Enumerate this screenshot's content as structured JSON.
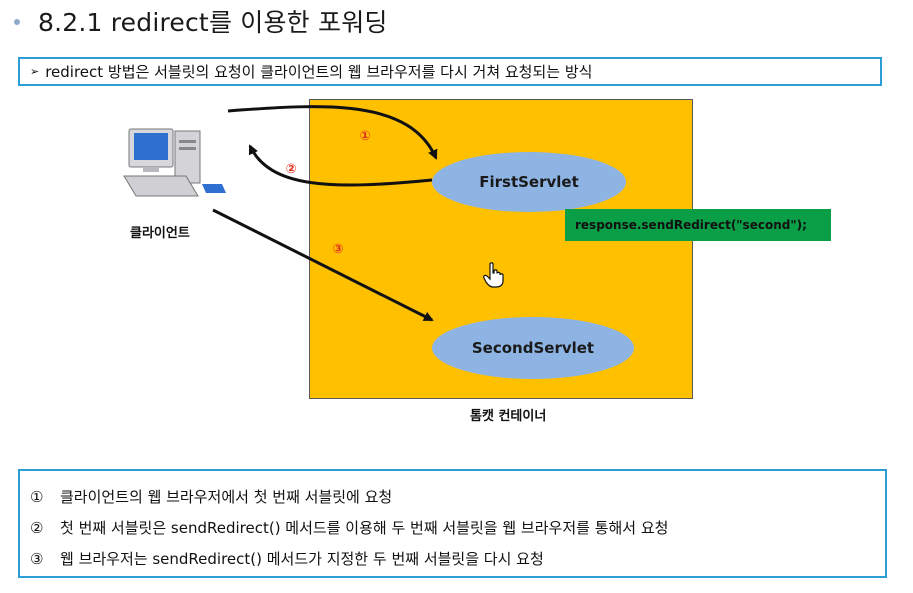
{
  "title": "8.2.1 redirect를 이용한 포워딩",
  "summary": {
    "marker": "➢",
    "text": "redirect 방법은 서블릿의 요청이 클라이언트의 웹 브라우저를 다시 거쳐 요청되는 방식"
  },
  "diagram": {
    "client_label": "클라이언트",
    "container_label": "톰캣 컨테이너",
    "first_servlet": "FirstServlet",
    "second_servlet": "SecondServlet",
    "code": "response.sendRedirect(\"second\");",
    "step_markers": [
      "①",
      "②",
      "③"
    ],
    "colors": {
      "container": "#ffc000",
      "servlet": "#8eb4e3",
      "code_box": "#0a9e47",
      "step_number": "#e0301e",
      "border": "#2a9fd6"
    },
    "icons": [
      "computer-icon",
      "hand-cursor-icon"
    ]
  },
  "steps": [
    {
      "marker": "①",
      "text": "클라이언트의 웹 브라우저에서 첫 번째 서블릿에 요청"
    },
    {
      "marker": "②",
      "text": "첫 번째 서블릿은 sendRedirect() 메서드를 이용해 두 번째 서블릿을 웹 브라우저를 통해서 요청"
    },
    {
      "marker": "③",
      "text": "웹 브라우저는 sendRedirect() 메서드가 지정한 두 번째 서블릿을 다시 요청"
    }
  ]
}
